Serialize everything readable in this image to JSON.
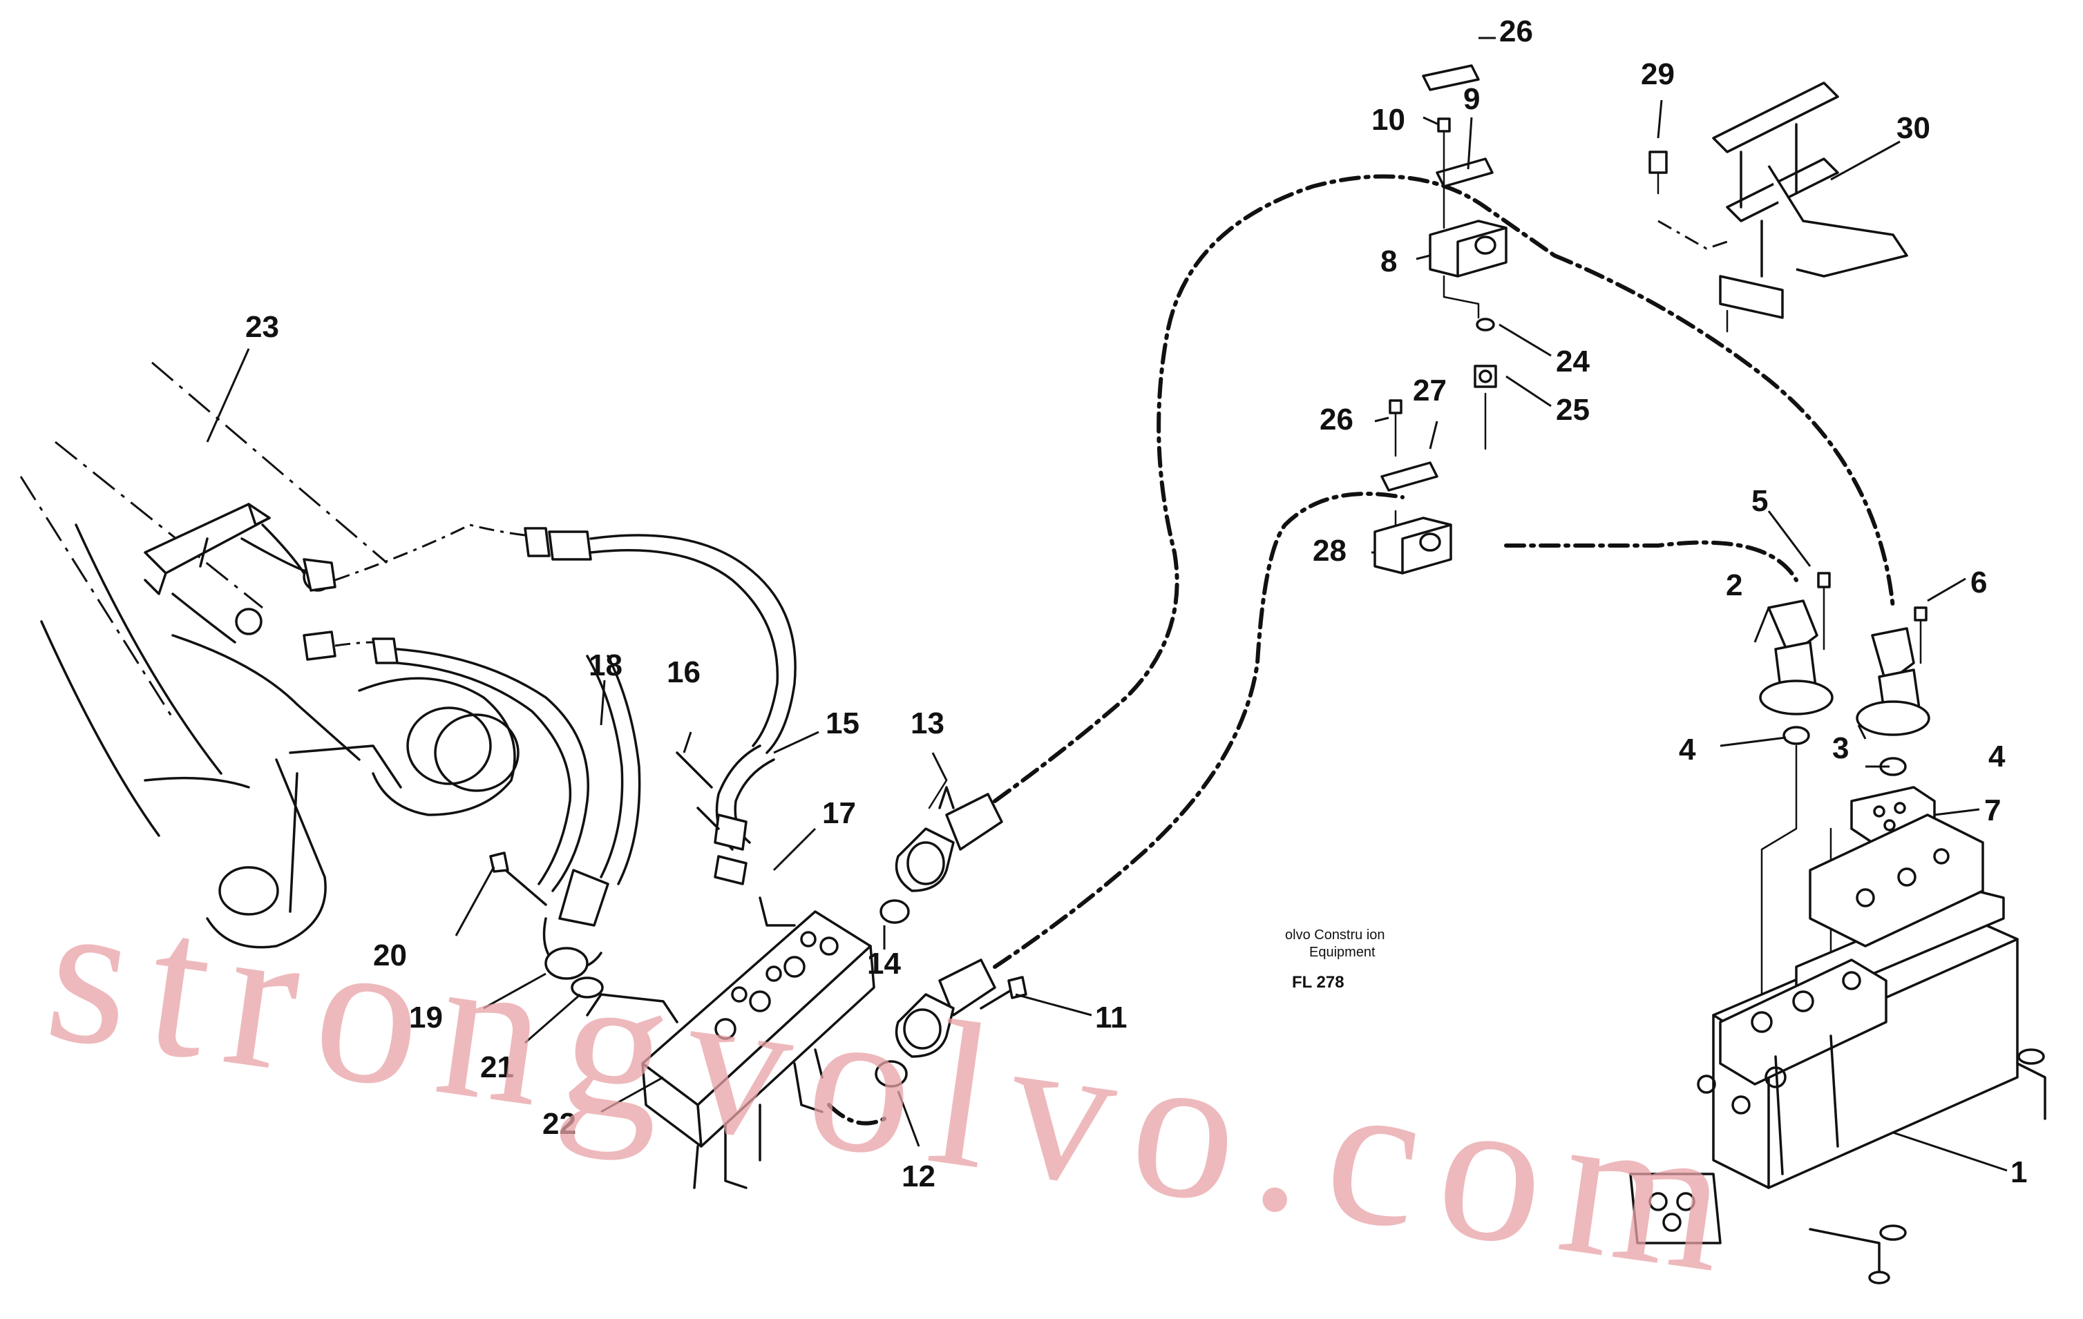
{
  "callouts": [
    "1",
    "2",
    "3",
    "4",
    "4",
    "5",
    "6",
    "7",
    "8",
    "9",
    "10",
    "11",
    "12",
    "13",
    "14",
    "15",
    "16",
    "17",
    "18",
    "19",
    "20",
    "21",
    "22",
    "23",
    "24",
    "25",
    "26",
    "26",
    "27",
    "28",
    "29",
    "30"
  ],
  "stamp": {
    "line1": "olvo Constru   ion",
    "line2": "Equipment",
    "code": "FL 278"
  },
  "watermark": "strongvolvo.com",
  "colors": {
    "ink": "#111111",
    "watermark": "#e8a1a6",
    "paper": "#ffffff"
  }
}
